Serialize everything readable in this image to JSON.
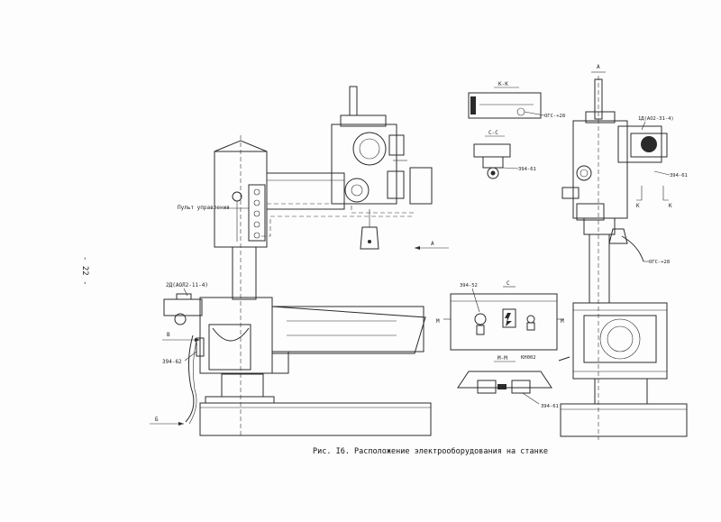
{
  "page_number": "- 22 -",
  "caption": "Рис. I6. Расположение электрооборудования на станке",
  "labels": {
    "control_panel": "Пульт управления",
    "motor_2d": "2Д(АОЛ2-11-4)",
    "motor_1d": "1Д(АО2-31-4)",
    "switch_394_62": "394-62",
    "switch_394_52": "394-52",
    "switch_394_61_c": "394-61",
    "switch_394_61_side": "394-61",
    "switch_394_61_mm": "394-61",
    "connector_ogp_kk": "ОГС-+28",
    "connector_ogp_side": "ОГС-+28",
    "button_kn": "КН002"
  },
  "sections": {
    "k_k": "К-К",
    "c_c": "С-С",
    "c": "С",
    "m_m": "М-М"
  },
  "markers": {
    "a_top": "А",
    "a_arrow": "А",
    "v_arrow": "В",
    "b_arrow": "Б",
    "m_left": "М",
    "m_right": "М",
    "k_left": "К",
    "k_right": "К"
  }
}
